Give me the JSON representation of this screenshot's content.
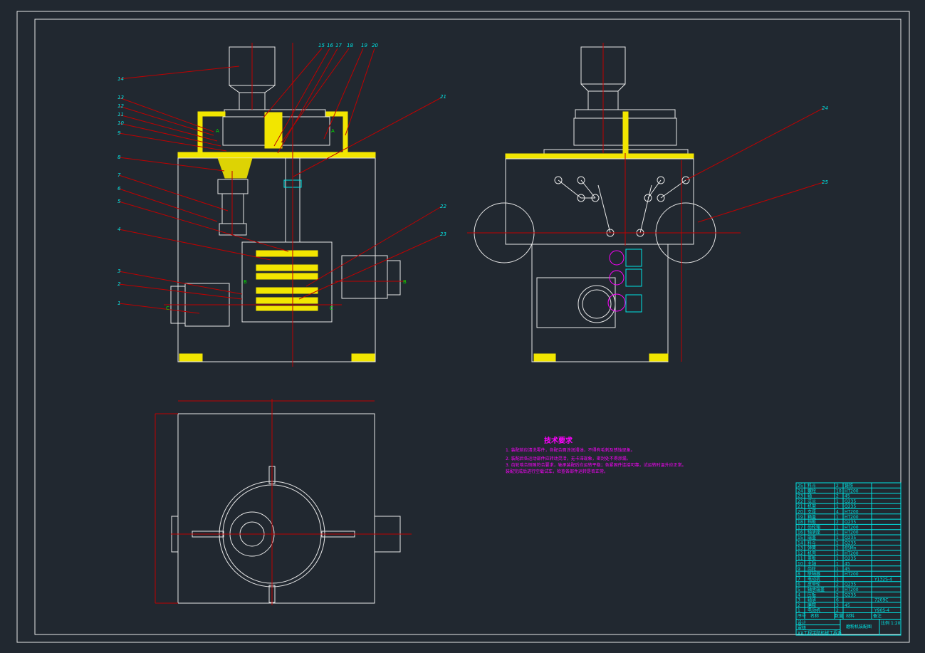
{
  "front_view": {
    "left_labels": [
      "14",
      "13",
      "12",
      "11",
      "10",
      "9",
      "8",
      "7",
      "6",
      "5",
      "4",
      "3",
      "2",
      "1"
    ],
    "top_labels": [
      "15",
      "16",
      "17",
      "18",
      "19",
      "20"
    ],
    "right_labels": [
      "21",
      "22",
      "23"
    ],
    "section_marks": [
      "A",
      "A",
      "B",
      "B",
      "C",
      "C"
    ]
  },
  "side_view": {
    "labels": [
      "24",
      "25"
    ]
  },
  "technical_requirements": {
    "title": "技术要求",
    "items": [
      "1. 装配前应清洗零件，各配合面涂润滑油，不得有毛刺及锈蚀现象。",
      "2. 装配后各运动部件应转动灵活，无卡滞现象，密封处不得渗漏。",
      "3. 齿轮啮合侧隙符合要求，轴承装配后应运转平稳；各紧固件连接可靠，试运转时温升应正常。",
      "装配完成后进行空载试车，检查各部件运转是否正常。"
    ]
  },
  "parts_list": {
    "header": [
      "序号",
      "名称",
      "数量",
      "材料",
      "备注"
    ],
    "rows": [
      [
        "25",
        "料斗",
        "2",
        "铸铁",
        ""
      ],
      [
        "24",
        "螺栓",
        "10",
        "HT200",
        ""
      ],
      [
        "23",
        "轴",
        "2",
        "45",
        ""
      ],
      [
        "22",
        "法兰",
        "1",
        "Q235",
        ""
      ],
      [
        "21",
        "机架",
        "1",
        "Q235",
        ""
      ],
      [
        "20",
        "支座",
        "4",
        "HT200",
        ""
      ],
      [
        "19",
        "箱盖",
        "1",
        "HT200",
        ""
      ],
      [
        "18",
        "挡板",
        "2",
        "Q235",
        ""
      ],
      [
        "17",
        "齿轮箱",
        "1",
        "HT200",
        ""
      ],
      [
        "16",
        "轴承座",
        "1",
        "HT200",
        ""
      ],
      [
        "15",
        "端盖",
        "1",
        "Q235",
        ""
      ],
      [
        "14",
        "料斗",
        "1",
        "Q235",
        ""
      ],
      [
        "13",
        "弹簧",
        "1",
        "65Mn",
        ""
      ],
      [
        "12",
        "机壳",
        "1",
        "HT200",
        ""
      ],
      [
        "11",
        "盖板",
        "1",
        "Q235",
        ""
      ],
      [
        "10",
        "主轴",
        "1",
        "45",
        ""
      ],
      [
        "9",
        "齿轮",
        "1",
        "45",
        ""
      ],
      [
        "8",
        "联轴器",
        "1",
        "HT200",
        ""
      ],
      [
        "7",
        "电动机",
        "1",
        "",
        "Y132S-4"
      ],
      [
        "6",
        "皮带轮",
        "2",
        "Q235",
        ""
      ],
      [
        "5",
        "轴承端盖",
        "3",
        "HT200",
        ""
      ],
      [
        "4",
        "压板",
        "2",
        "Q235",
        ""
      ],
      [
        "3",
        "轴承",
        "6",
        "",
        "7209C"
      ],
      [
        "2",
        "磨辊",
        "3",
        "45",
        ""
      ],
      [
        "1",
        "电动机",
        "2",
        "",
        "Y90S-4"
      ]
    ],
    "title": "磨粉机装配图",
    "scale_label": "比例",
    "scale": "1:20",
    "design_label": "设计",
    "check_label": "审核",
    "school": "XX工程学院机械工程系"
  }
}
